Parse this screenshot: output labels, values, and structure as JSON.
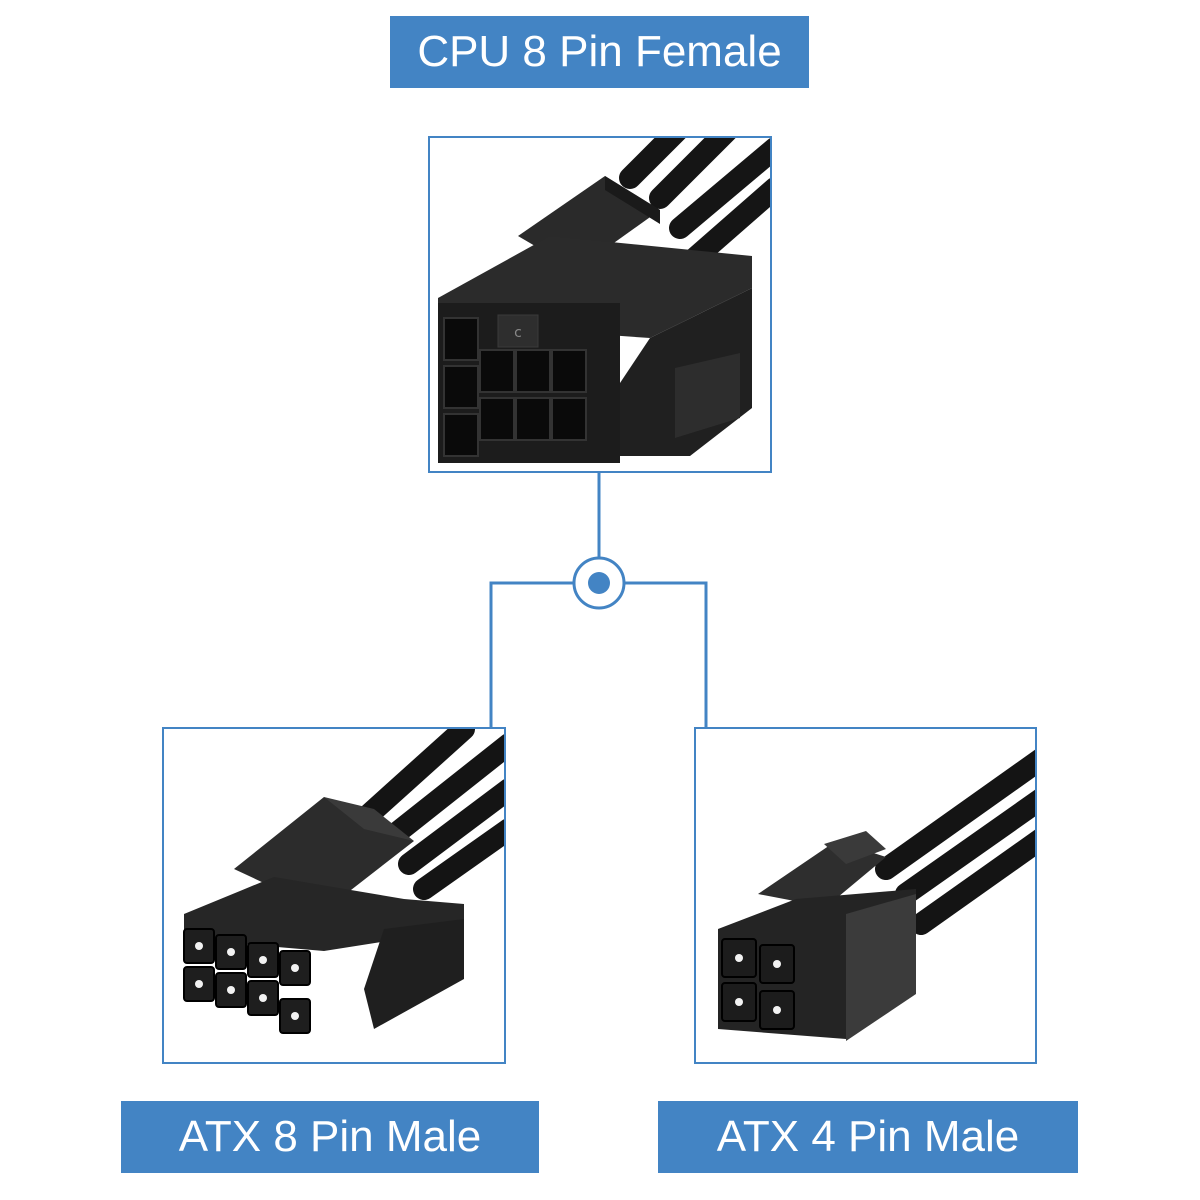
{
  "colors": {
    "accent": "#4384c4",
    "frame": "#4384c4",
    "connector_body": "#1f1f1f",
    "background": "#ffffff"
  },
  "source": {
    "label": "CPU 8 Pin Female",
    "image_icon": "cpu-8pin-female-connector-icon"
  },
  "outputs": [
    {
      "label": "ATX 8 Pin Male",
      "image_icon": "atx-8pin-male-connector-icon"
    },
    {
      "label": "ATX 4 Pin Male",
      "image_icon": "atx-4pin-male-connector-icon"
    }
  ],
  "junction_icon": "junction-dot-icon"
}
